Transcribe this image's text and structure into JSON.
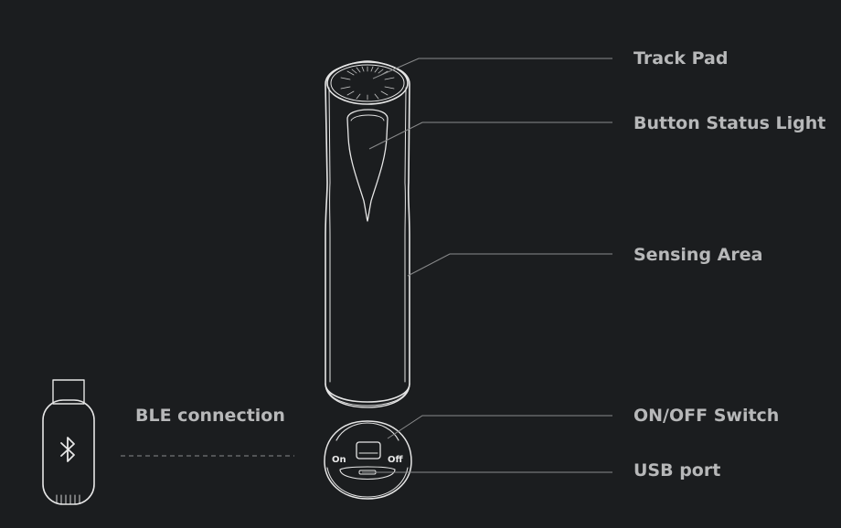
{
  "labels": {
    "track_pad": "Track Pad",
    "button_status_light": "Button Status Light",
    "sensing_area": "Sensing Area",
    "on_off_switch": "ON/OFF Switch",
    "usb_port": "USB port",
    "ble_connection": "BLE connection"
  },
  "switch_labels": {
    "on": "On",
    "off": "Off"
  },
  "icons": {
    "dongle": "bluetooth-icon"
  },
  "colors": {
    "background": "#1b1d1f",
    "line_art": "#e6e6e6",
    "label_text": "#b7b8b9",
    "callout_line": "#8a8b8c"
  }
}
